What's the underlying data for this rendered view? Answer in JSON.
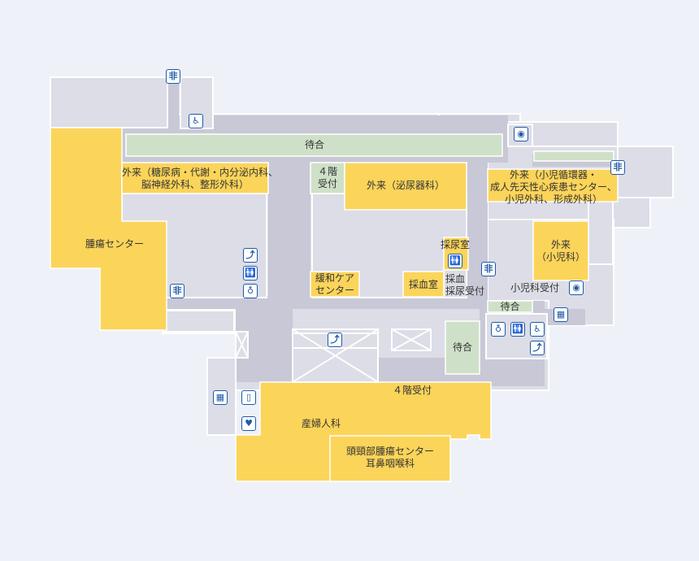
{
  "colors": {
    "background": "#eef2f8",
    "corridor": "#c8c8d6",
    "room": "#dcdde6",
    "department": "#fbd45a",
    "waiting": "#cfe0c8",
    "icon": "#1e5aa8"
  },
  "labels": {
    "waiting_main": "待合",
    "outpatient_a": "外来（糖尿病・代謝・内分泌内科、\n脳神経外科、整形外科）",
    "tumor_center": "腫瘍センター",
    "reception_4f_a": "４階\n受付",
    "urology": "外来（泌尿器科）",
    "outpatient_pediatric": "外来（小児循環器・\n成人先天性心疾患センター、\n小児外科、形成外科）",
    "pediatrics": "外来\n（小児科）",
    "pediatrics_reception": "小児科受付",
    "urine_room": "採尿室",
    "blood_draw_room": "採血室",
    "blood_urine_reception": "採血\n採尿受付",
    "palliative": "緩和ケア\nセンター",
    "waiting_right": "待合",
    "waiting_center": "待合",
    "obstetrics": "産婦人科",
    "reception_4f_b": "４階受付",
    "head_neck": "頭頸部腫瘍センター\n耳鼻咽喉科"
  },
  "icons": {
    "emergency_exit": "非",
    "accessible": "♿",
    "restroom": "🚻",
    "baby_care": "◉",
    "stairs": "⤴",
    "escalator": "⤴",
    "nursing": "♁",
    "elevator": "▦",
    "phone": "▯",
    "aed": "♥"
  }
}
